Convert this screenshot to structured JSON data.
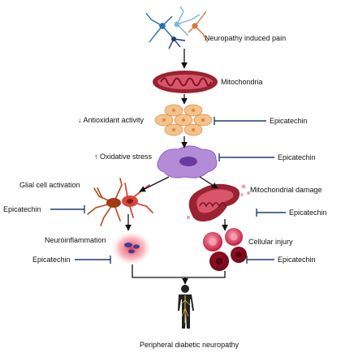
{
  "diagram": {
    "nodes": {
      "neuropathy_pain": "Neuropathy induced pain",
      "mitochondria": "Mitochondria",
      "antioxidant": "↓ Antioxidant activity",
      "oxidative_stress": "↑ Oxidative stress",
      "glial_activation": "Glial cell activation",
      "mito_damage": "Mitochondrial damage",
      "neuroinflammation": "Neuroinflammation",
      "cellular_injury": "Cellular injury",
      "peripheral_neuropathy": "Peripheral diabetic neuropathy"
    },
    "inhibitor_label": "Epicatechin",
    "inhibitors": [
      {
        "target": "antioxidant",
        "label": "Epicatechin"
      },
      {
        "target": "oxidative_stress",
        "label": "Epicatechin"
      },
      {
        "target": "glial_activation",
        "label": "Epicatechin"
      },
      {
        "target": "mito_damage",
        "label": "Epicatechin"
      },
      {
        "target": "neuroinflammation",
        "label": "Epicatechin"
      },
      {
        "target": "cellular_injury",
        "label": "Epicatechin"
      }
    ],
    "colors": {
      "arrow": "#111111",
      "inhibitor": "#1f3b73",
      "mitochondria": "#9b2230",
      "cell_orange": "#f4c28f",
      "cell_purple": "#b48bd6",
      "glial": "#c0392b",
      "rbc": "#b3132b"
    }
  }
}
